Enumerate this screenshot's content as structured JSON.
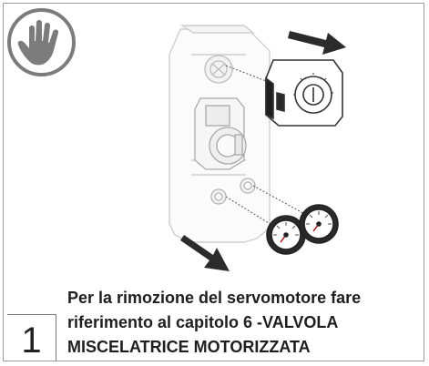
{
  "icons": {
    "warning": "hand-stop-icon",
    "arrow_top": "arrow-right-icon",
    "arrow_bottom": "arrow-down-right-icon"
  },
  "colors": {
    "arrow": "#2b2b2b",
    "badge_border": "#7c7c7c",
    "device_outline": "#c8c8c8",
    "text": "#1e1e1e"
  },
  "step": {
    "number": "1",
    "lines": [
      "Per la rimozione del servomotore fare",
      "riferimento al capitolo 6 -VALVOLA",
      "MISCELATRICE MOTORIZZATA"
    ]
  }
}
